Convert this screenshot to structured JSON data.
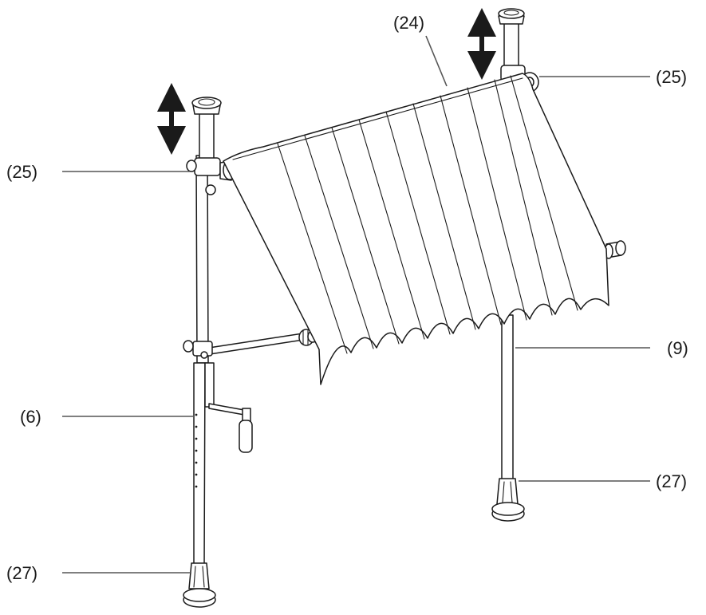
{
  "callouts": {
    "c24": "(24)",
    "c25_right": "(25)",
    "c25_left": "(25)",
    "c9": "(9)",
    "c6": "(6)",
    "c27_right": "(27)",
    "c27_left": "(27)"
  },
  "colors": {
    "ink": "#1a1a1a",
    "leader": "#555555",
    "background": "#ffffff"
  },
  "icons": {
    "adjust": "double-arrow-vertical-icon"
  }
}
